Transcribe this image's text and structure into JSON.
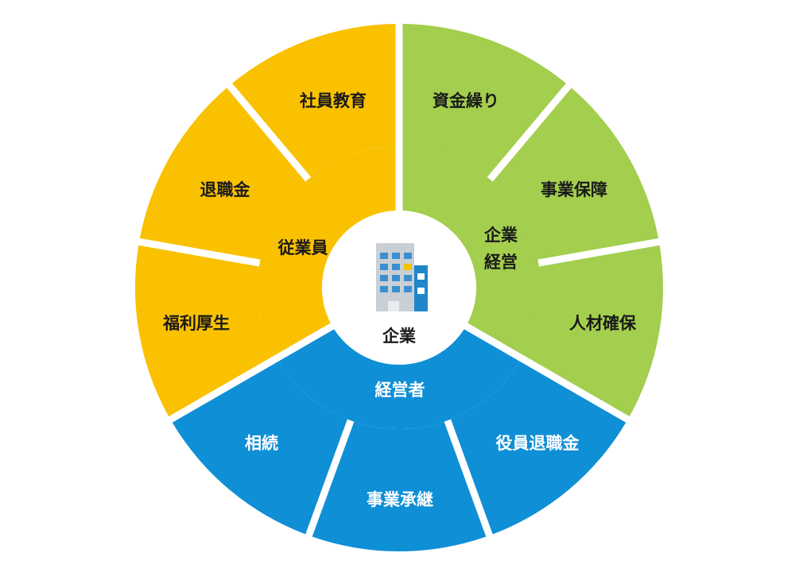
{
  "center": {
    "label": "企業"
  },
  "groups": [
    {
      "id": "employee",
      "label": "従業員",
      "color": "#F9C100",
      "label_color": "dark",
      "items": [
        "社員教育",
        "退職金",
        "福利厚生"
      ]
    },
    {
      "id": "management-business",
      "label_lines": [
        "企業",
        "経営"
      ],
      "color": "#A3CE4E",
      "label_color": "dark",
      "items": [
        "資金繰り",
        "事業保障",
        "人材確保"
      ]
    },
    {
      "id": "executive",
      "label": "経営者",
      "color": "#0F8FD6",
      "label_color": "light",
      "items": [
        "相続",
        "事業承継",
        "役員退職金"
      ]
    }
  ],
  "icon": {
    "name": "office-building-icon",
    "colors": {
      "main": "#C9CFD4",
      "side": "#1F86C9",
      "window": "#3B8FD0",
      "highlight": "#F5C200"
    }
  }
}
